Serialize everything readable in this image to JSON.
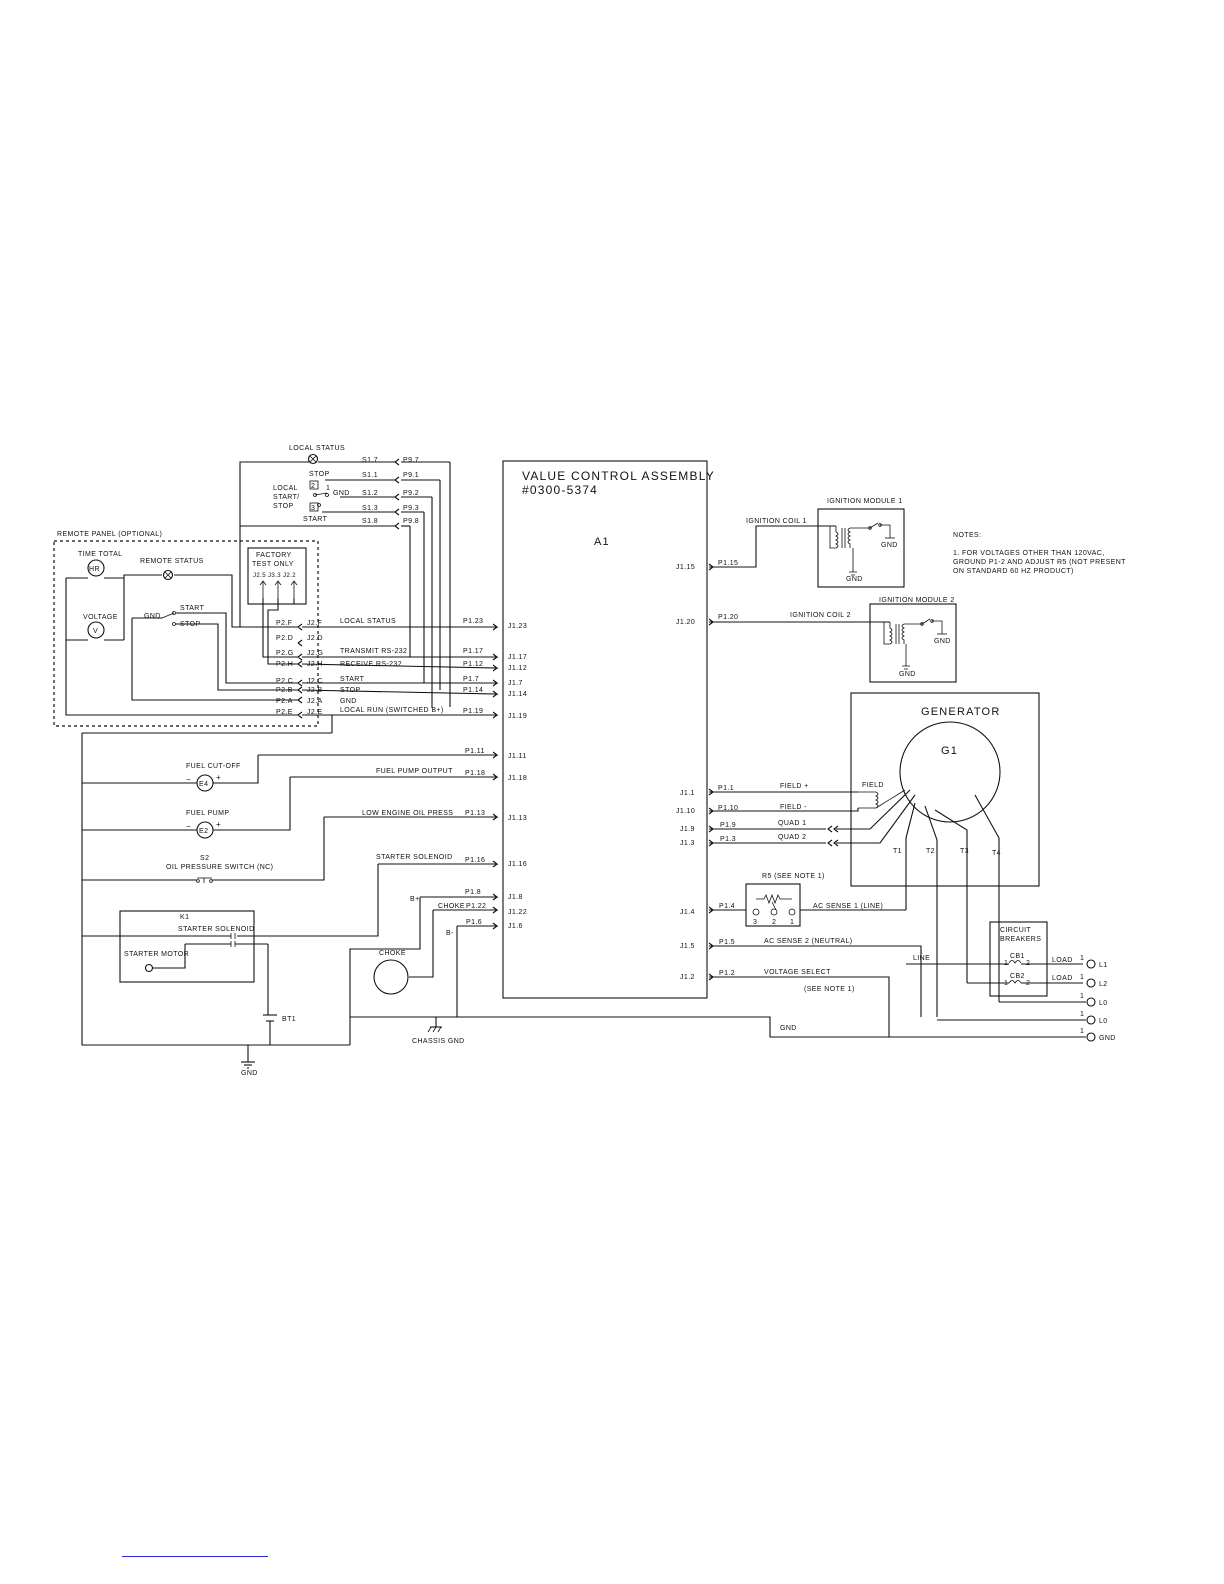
{
  "header_labels": {
    "local_status": "LOCAL STATUS",
    "stop": "STOP",
    "local_start_stop": [
      "LOCAL",
      "START/",
      "STOP"
    ],
    "start": "START",
    "sw_pos_2": "2",
    "sw_pos_1": "1",
    "sw_pos_3": "3",
    "sw_gnd": "GND"
  },
  "s1_pins": [
    "S1.7",
    "S1.1",
    "S1.2",
    "S1.3",
    "S1.8"
  ],
  "p9_pins": [
    "P9.7",
    "P9.1",
    "P9.2",
    "P9.3",
    "P9.8"
  ],
  "remote_panel": {
    "title": "REMOTE PANEL (OPTIONAL)",
    "time_total": "TIME TOTAL",
    "remote_status": "REMOTE STATUS",
    "factory_test": [
      "FACTORY",
      "TEST ONLY"
    ],
    "test_pins": "J2.5 J3.3 J2.2",
    "voltage": "VOLTAGE",
    "gnd": "GND",
    "start": "START",
    "stop": "STOP"
  },
  "harness_rows": [
    {
      "p2": "P2.F",
      "j2": "J2.F",
      "signal": "LOCAL STATUS",
      "p1": "P1.23",
      "j1": "J1.23"
    },
    {
      "p2": "P2.D",
      "j2": "J2.D",
      "signal": "",
      "p1": "",
      "j1": ""
    },
    {
      "p2": "P2.G",
      "j2": "J2.G",
      "signal": "TRANSMIT RS-232",
      "p1": "P1.17",
      "j1": "J1.17"
    },
    {
      "p2": "P2.H",
      "j2": "J2.H",
      "signal": "RECEIVE RS-232",
      "p1": "P1.12",
      "j1": "J1.12"
    },
    {
      "p2": "P2.C",
      "j2": "J2.C",
      "signal": "START",
      "p1": "P1.7",
      "j1": "J1.7"
    },
    {
      "p2": "P2.B",
      "j2": "J2.B",
      "signal": "STOP",
      "p1": "P1.14",
      "j1": "J1.14"
    },
    {
      "p2": "P2.A",
      "j2": "J2.A",
      "signal": "GND",
      "p1": "",
      "j1": ""
    },
    {
      "p2": "P2.E",
      "j2": "J2.E",
      "signal": "LOCAL RUN (SWITCHED B+)",
      "p1": "P1.19",
      "j1": "J1.19"
    }
  ],
  "control_assembly": {
    "title": "VALUE CONTROL ASSEMBLY",
    "part_no": "#0300-5374",
    "ref": "A1"
  },
  "left_components": {
    "fuel_cutoff": "FUEL CUT-OFF",
    "e4": "E4",
    "fuel_pump": "FUEL PUMP",
    "e2": "E2",
    "s2": "S2",
    "oil_switch": "OIL PRESSURE SWITCH (NC)",
    "k1": "K1",
    "starter_solenoid": "STARTER SOLENOID",
    "starter_motor": "STARTER MOTOR",
    "choke": "CHOKE",
    "bt1": "BT1",
    "gnd": "GND",
    "chassis_gnd": "CHASSIS GND",
    "b_plus": "B+",
    "b_minus": "B-",
    "minus": "−",
    "plus": "+",
    "time_total_symbol": "HR",
    "voltage_symbol": "V"
  },
  "left_wires": [
    {
      "signal": "",
      "p1": "P1.11",
      "j1": "J1.11"
    },
    {
      "signal": "FUEL PUMP OUTPUT",
      "p1": "P1.18",
      "j1": "J1.18"
    },
    {
      "signal": "LOW ENGINE OIL PRESS",
      "p1": "P1.13",
      "j1": "J1.13"
    },
    {
      "signal": "STARTER SOLENOID",
      "p1": "P1.16",
      "j1": "J1.16"
    },
    {
      "signal": "",
      "p1": "P1.8",
      "j1": "J1.8"
    },
    {
      "signal": "CHOKE",
      "p1": "P1.22",
      "j1": "J1.22"
    },
    {
      "signal": "",
      "p1": "P1.6",
      "j1": "J1.6"
    }
  ],
  "right_wires": [
    {
      "j1": "J1.15",
      "p1": "P1.15",
      "signal": "IGNITION COIL 1"
    },
    {
      "j1": "J1.20",
      "p1": "P1.20",
      "signal": "IGNITION COIL 2"
    },
    {
      "j1": "J1.1",
      "p1": "P1.1",
      "signal": "FIELD +"
    },
    {
      "j1": "J1.10",
      "p1": "P1.10",
      "signal": "FIELD -"
    },
    {
      "j1": "J1.9",
      "p1": "P1.9",
      "signal": "QUAD 1"
    },
    {
      "j1": "J1.3",
      "p1": "P1.3",
      "signal": "QUAD 2"
    },
    {
      "j1": "J1.4",
      "p1": "P1.4",
      "signal": "AC SENSE 1 (LINE)"
    },
    {
      "j1": "J1.5",
      "p1": "P1.5",
      "signal": "AC SENSE 2 (NEUTRAL)"
    },
    {
      "j1": "J1.2",
      "p1": "P1.2",
      "signal": "VOLTAGE SELECT"
    }
  ],
  "ignition": {
    "module1": "IGNITION MODULE 1",
    "module2": "IGNITION MODULE 2",
    "gnd": "GND"
  },
  "notes": {
    "title": "NOTES:",
    "lines": [
      "1. FOR VOLTAGES OTHER THAN 120VAC,",
      "GROUND P1-2 AND ADJUST R5 (NOT PRESENT",
      "ON STANDARD 60 HZ PRODUCT)"
    ]
  },
  "generator": {
    "title": "GENERATOR",
    "ref": "G1",
    "field": "FIELD",
    "t1": "T1",
    "t2": "T2",
    "t3": "T3",
    "t4": "T4"
  },
  "r5": {
    "label": "R5 (SEE NOTE 1)",
    "pin3": "3",
    "pin2": "2",
    "pin1": "1",
    "see_note": "(SEE NOTE 1)"
  },
  "breakers": {
    "title": [
      "CIRCUIT",
      "BREAKERS"
    ],
    "cb1": "CB1",
    "cb2": "CB2",
    "pin1": "1",
    "pin2": "2",
    "line": "LINE",
    "load": "LOAD",
    "gnd": "GND"
  },
  "terminals": [
    {
      "pin": "1",
      "label": "L1"
    },
    {
      "pin": "1",
      "label": "L2"
    },
    {
      "pin": "1",
      "label": "L0"
    },
    {
      "pin": "1",
      "label": "L0"
    },
    {
      "pin": "1",
      "label": "GND"
    }
  ]
}
